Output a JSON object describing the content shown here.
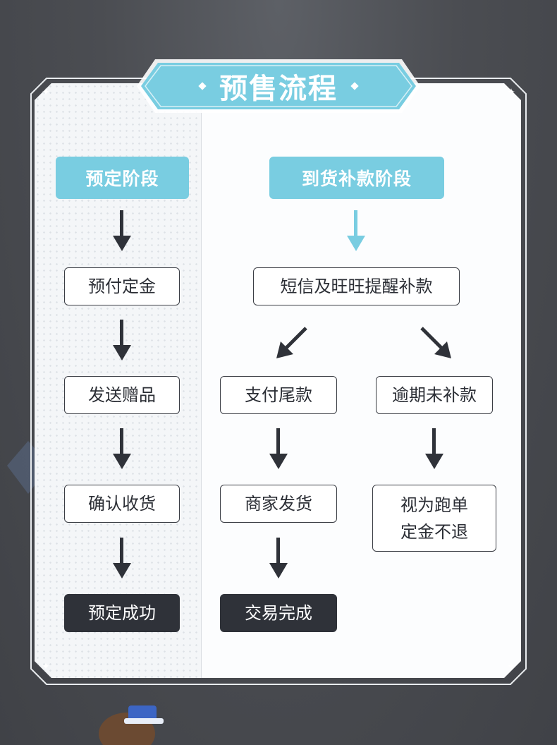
{
  "title": "预售流程",
  "colors": {
    "accent": "#79cde1",
    "dark": "#2f3239",
    "arrow": "#2f3239",
    "background": "#4b4d52"
  },
  "phases": {
    "deposit": "预定阶段",
    "balance": "到货补款阶段"
  },
  "left_steps": [
    "预付定金",
    "发送赠品",
    "确认收货",
    "预定成功"
  ],
  "right_steps": {
    "reminder": "短信及旺旺提醒补款",
    "pay_balance": "支付尾款",
    "overdue": "逾期未补款",
    "merchant_ship": "商家发货",
    "forfeit_line1": "视为跑单",
    "forfeit_line2": "定金不退",
    "complete": "交易完成"
  },
  "icons": [
    "sparkle-icon",
    "arrow-down-icon",
    "arrow-down-left-icon",
    "arrow-down-right-icon"
  ]
}
